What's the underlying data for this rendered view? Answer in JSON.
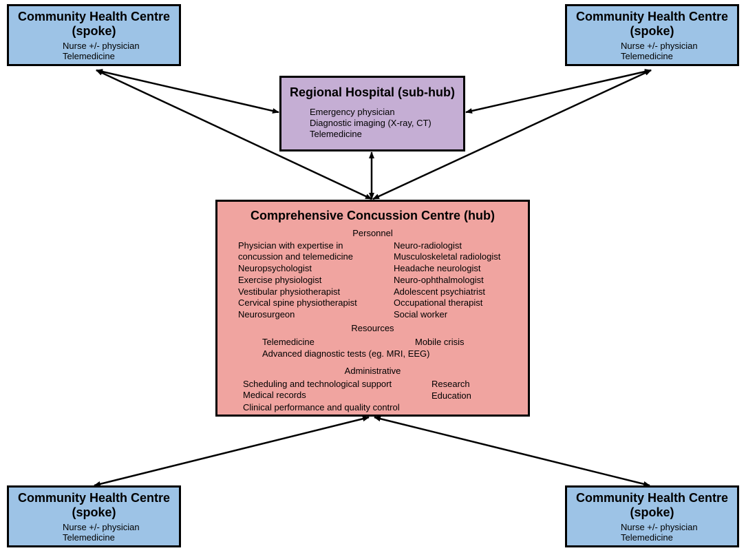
{
  "spokes": [
    {
      "title_line1": "Community Health Centre",
      "title_line2": "(spoke)",
      "items": [
        "Nurse +/- physician",
        "Telemedicine"
      ]
    },
    {
      "title_line1": "Community Health Centre",
      "title_line2": "(spoke)",
      "items": [
        "Nurse +/- physician",
        "Telemedicine"
      ]
    },
    {
      "title_line1": "Community Health Centre",
      "title_line2": "(spoke)",
      "items": [
        "Nurse +/- physician",
        "Telemedicine"
      ]
    },
    {
      "title_line1": "Community Health Centre",
      "title_line2": "(spoke)",
      "items": [
        "Nurse +/- physician",
        "Telemedicine"
      ]
    }
  ],
  "sub_hub": {
    "title": "Regional Hospital (sub-hub)",
    "items": [
      "Emergency physician",
      "Diagnostic imaging (X-ray, CT)",
      "Telemedicine"
    ]
  },
  "hub": {
    "title": "Comprehensive Concussion Centre (hub)",
    "personnel_heading": "Personnel",
    "personnel_left": [
      "Physician with expertise in",
      "concussion and telemedicine",
      "Neuropsychologist",
      "Exercise physiologist",
      "Vestibular physiotherapist",
      "Cervical spine physiotherapist",
      "Neurosurgeon"
    ],
    "personnel_right": [
      "Neuro-radiologist",
      "Musculoskeletal radiologist",
      "Headache neurologist",
      "Neuro-ophthalmologist",
      "Adolescent psychiatrist",
      "Occupational therapist",
      "Social worker"
    ],
    "resources_heading": "Resources",
    "resources": [
      "Telemedicine",
      "Mobile crisis",
      "Advanced diagnostic tests (eg. MRI, EEG)"
    ],
    "admin_heading": "Administrative",
    "admin": [
      "Scheduling and technological support",
      "Research",
      "Medical records",
      "Education",
      "Clinical performance and quality control"
    ]
  },
  "colors": {
    "spoke_fill": "#9dc3e6",
    "sub_hub_fill": "#c5aed4",
    "hub_fill": "#f0a4a0",
    "border": "#000000"
  }
}
